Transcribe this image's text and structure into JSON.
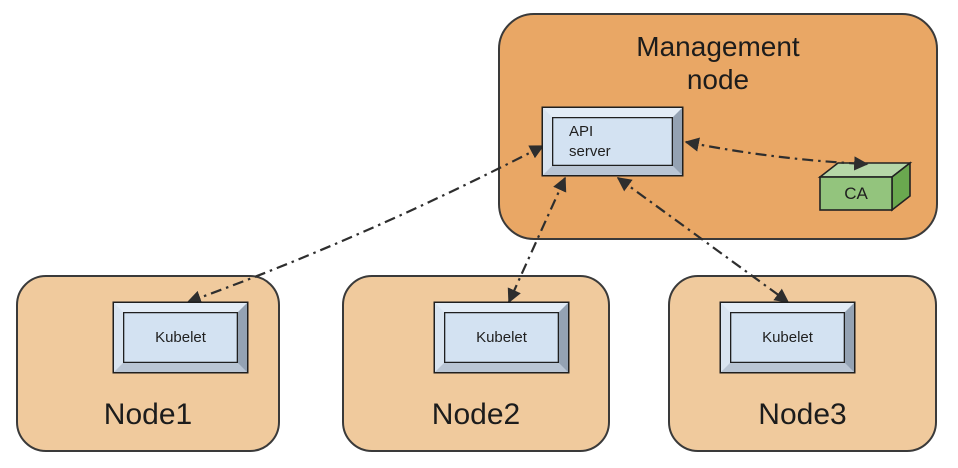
{
  "management_node": {
    "label": "Management node",
    "api_server_label": "API server",
    "ca_label": "CA"
  },
  "nodes": [
    {
      "label": "Node1",
      "component_label": "Kubelet"
    },
    {
      "label": "Node2",
      "component_label": "Kubelet"
    },
    {
      "label": "Node3",
      "component_label": "Kubelet"
    }
  ],
  "connections": [
    {
      "from": "API server",
      "to": "Kubelet on Node1",
      "style": "dash-dot",
      "bidirectional": true
    },
    {
      "from": "API server",
      "to": "Kubelet on Node2",
      "style": "dash-dot",
      "bidirectional": true
    },
    {
      "from": "API server",
      "to": "Kubelet on Node3",
      "style": "dash-dot",
      "bidirectional": true
    },
    {
      "from": "API server",
      "to": "CA",
      "style": "dash-dot",
      "bidirectional": true
    }
  ],
  "colors": {
    "management_fill": "#E9A765",
    "node_fill": "#F0CA9D",
    "outline": "#3A3A3A",
    "component_face": "#D3E2F2",
    "ca_front": "#93C47D",
    "ca_top": "#B6D7A8",
    "ca_side": "#6AA84F",
    "arrow": "#2E2E2E"
  }
}
